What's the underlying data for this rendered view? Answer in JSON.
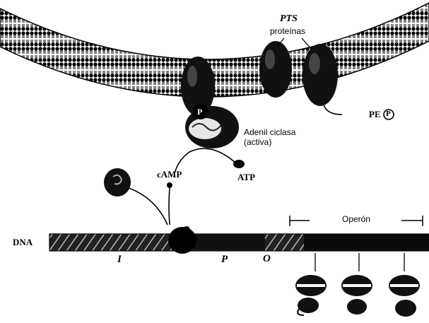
{
  "labels": {
    "pts": "PTS",
    "proteinas": "proteínas",
    "pep": "PE",
    "p_circle": "P",
    "adenil": "Adenil ciclasa",
    "activa": "(activa)",
    "camp": "cAMP",
    "atp": "ATP",
    "dna": "DNA",
    "gene_i": "I",
    "gene_p": "P",
    "gene_o": "O",
    "operon": "Operón"
  },
  "colors": {
    "ink": "#000000",
    "background": "#ffffff",
    "shade": "#555555"
  }
}
